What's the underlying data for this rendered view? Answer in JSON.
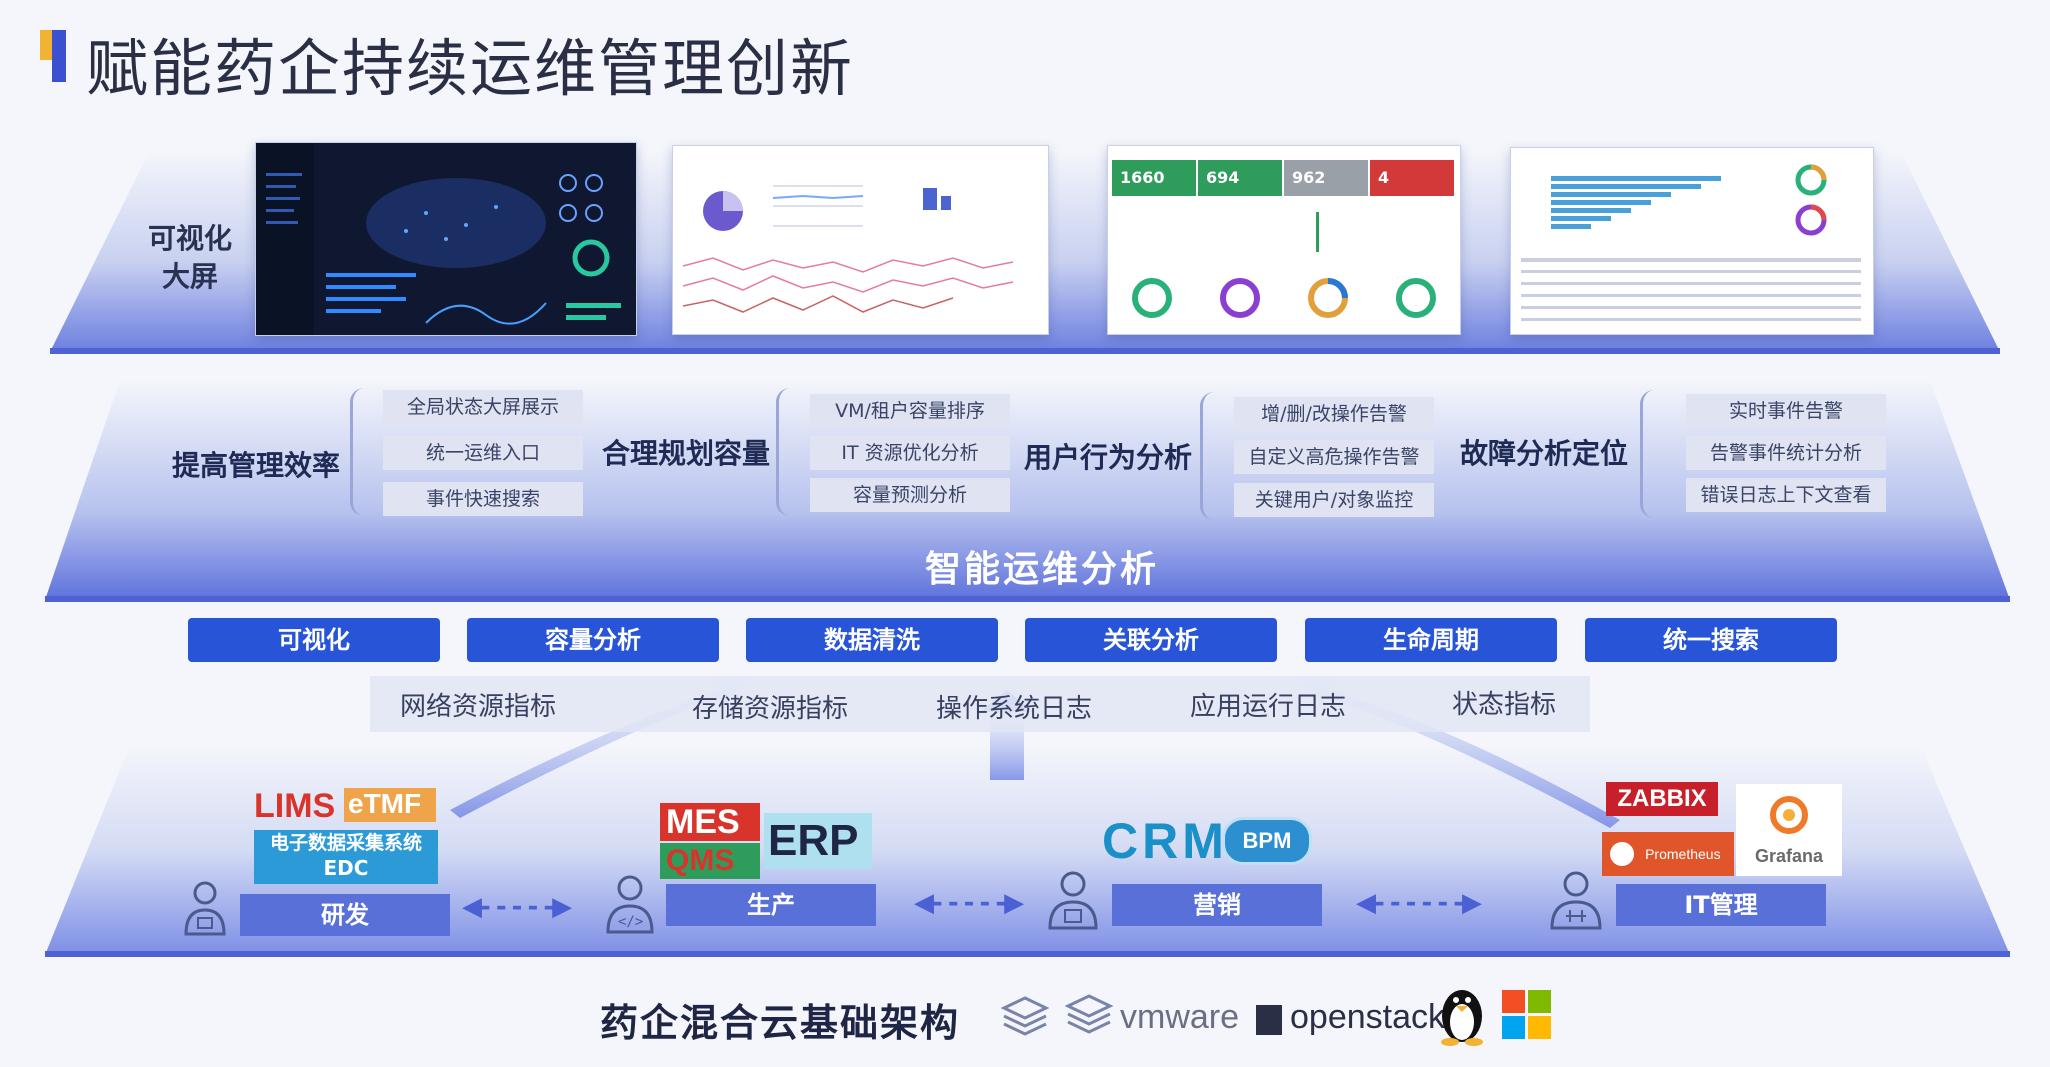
{
  "title": "赋能药企持续运维管理创新",
  "visual_layer": {
    "label_line1": "可视化",
    "label_line2": "大屏",
    "dashboard2_stats": [
      "1660",
      "694",
      "962",
      "4"
    ]
  },
  "analysis_layer": {
    "name": "智能运维分析",
    "groups": [
      {
        "title": "提高管理效率",
        "items": [
          "全局状态大屏展示",
          "统一运维入口",
          "事件快速搜索"
        ]
      },
      {
        "title": "合理规划容量",
        "items": [
          "VM/租户容量排序",
          "IT 资源优化分析",
          "容量预测分析"
        ]
      },
      {
        "title": "用户行为分析",
        "items": [
          "增/删/改操作告警",
          "自定义高危操作告警",
          "关键用户/对象监控"
        ]
      },
      {
        "title": "故障分析定位",
        "items": [
          "实时事件告警",
          "告警事件统计分析",
          "错误日志上下文查看"
        ]
      }
    ]
  },
  "capabilities": [
    "可视化",
    "容量分析",
    "数据清洗",
    "关联分析",
    "生命周期",
    "统一搜索"
  ],
  "metrics": [
    "网络资源指标",
    "存储资源指标",
    "操作系统日志",
    "应用运行日志",
    "状态指标"
  ],
  "departments": [
    {
      "name": "研发",
      "icon": "researcher-icon",
      "systems": [
        "LIMS",
        "eTMF",
        "电子数据采集系统",
        "EDC"
      ]
    },
    {
      "name": "生产",
      "icon": "developer-icon",
      "systems": [
        "MES",
        "QMS",
        "ERP"
      ]
    },
    {
      "name": "营销",
      "icon": "sales-person-icon",
      "systems": [
        "CRM",
        "BPM"
      ]
    },
    {
      "name": "IT管理",
      "icon": "it-engineer-icon",
      "systems": [
        "ZABBIX",
        "Prometheus",
        "Grafana"
      ]
    }
  ],
  "infrastructure": {
    "label": "药企混合云基础架构",
    "logos": [
      "vmware",
      "openstack"
    ]
  },
  "colors": {
    "accent_blue": "#2854d8",
    "title_bar_yellow": "#f2b233",
    "title_bar_blue": "#3b4fd1",
    "stat_green": "#2e9c5a",
    "stat_gray": "#9aa0a8",
    "stat_red": "#d23a3a"
  }
}
